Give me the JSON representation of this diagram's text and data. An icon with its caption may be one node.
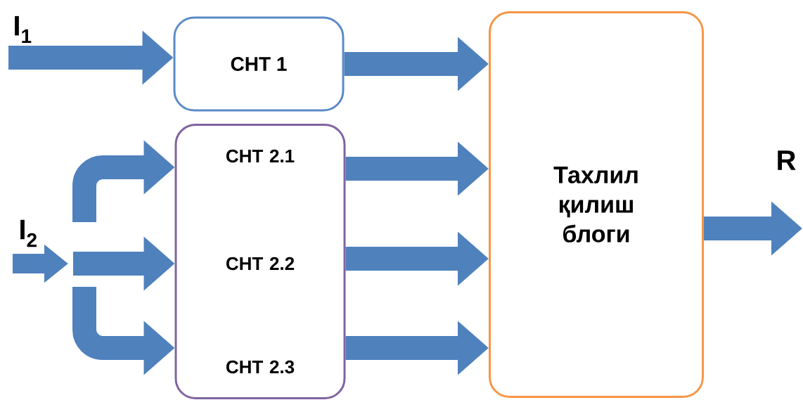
{
  "diagram": {
    "nodes": [
      {
        "text": [
          "СНТ 1"
        ]
      },
      {
        "text": [
          "СНТ 2.1",
          "СНТ 2.2",
          "СНТ 2.3"
        ]
      },
      {
        "text": [
          "Тахлил қилиш блоги"
        ]
      }
    ],
    "edges": [
      {
        "from": null,
        "to": 0,
        "arrow": "to"
      },
      {
        "from": null,
        "to": 1,
        "arrow": "to"
      },
      {
        "from": null,
        "to": 1,
        "arrow": "to"
      },
      {
        "from": null,
        "to": 1,
        "arrow": "to"
      },
      {
        "from": 0,
        "to": 2,
        "arrow": "to"
      },
      {
        "from": 1,
        "to": 2,
        "arrow": "to"
      },
      {
        "from": 1,
        "to": 2,
        "arrow": "to"
      },
      {
        "from": 1,
        "to": 2,
        "arrow": "to"
      },
      {
        "from": 2,
        "to": null,
        "arrow": "to"
      }
    ],
    "labels": [
      "I$_{1}$",
      "I$_{2}$",
      "R"
    ]
  }
}
